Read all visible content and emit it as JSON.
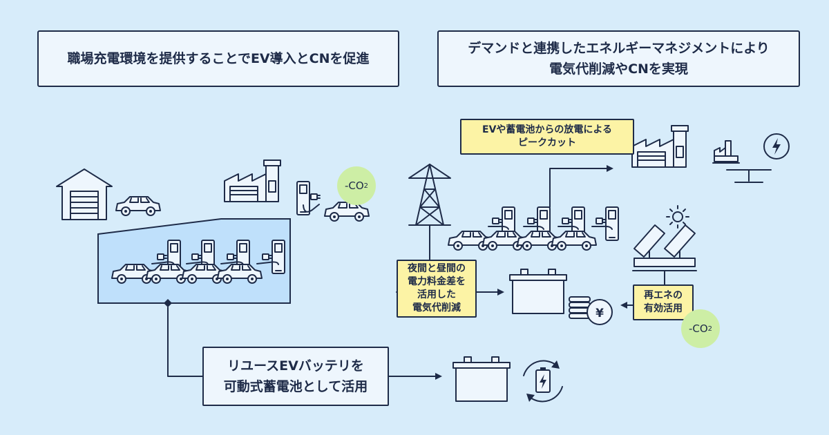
{
  "headers": {
    "left": "職場充電環境を提供することでEV導入とCNを促進",
    "right_line1": "デマンドと連携したエネルギーマネジメントにより",
    "right_line2": "電気代削減やCNを実現"
  },
  "notes": {
    "peak_cut_line1": "EVや蓄電池からの放電による",
    "peak_cut_line2": "ピークカット",
    "night_line1": "夜間と昼間の",
    "night_line2": "電力料金差を",
    "night_line3": "活用した",
    "night_line4": "電気代削減",
    "renew_line1": "再エネの",
    "renew_line2": "有効活用"
  },
  "battery_reuse": {
    "line1": "リユースEVバッテリを",
    "line2": "可動式蓄電池として活用"
  },
  "co2_badges": {
    "prefix": "-CO",
    "subscript": "2"
  },
  "icons": [
    "garage-icon",
    "car-icon",
    "factory-icon",
    "charger-icon",
    "transmission-tower-icon",
    "battery-icon",
    "sun-icon",
    "solar-panel-icon",
    "coins-yen-icon",
    "battery-cycle-icon",
    "eco-scale-icon"
  ],
  "colors": {
    "background": "#d7ecfa",
    "stroke": "#1e2b48",
    "panel": "#eef6fd",
    "highlight_area": "#bfe0fb",
    "note": "#fcf3a5",
    "co2": "#cdeea5"
  }
}
